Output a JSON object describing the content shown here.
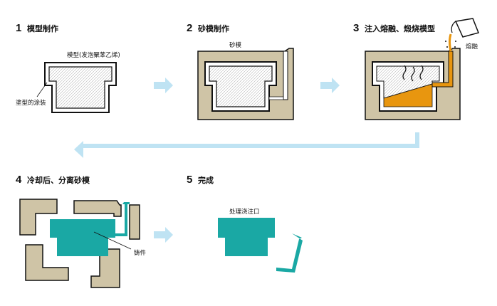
{
  "steps": [
    {
      "number": "1",
      "title": "模型制作"
    },
    {
      "number": "2",
      "title": "砂模制作"
    },
    {
      "number": "3",
      "title": "注入熔融、煅烧模型"
    },
    {
      "number": "4",
      "title": "冷却后、分离砂模"
    },
    {
      "number": "5",
      "title": "完成"
    }
  ],
  "labels": {
    "model": "模型(发泡聚苯乙烯)",
    "coating": "塗型的涂装",
    "sand_mold": "砂模",
    "molten": "熔融",
    "casting": "铸件",
    "finish": "处理浇注口"
  },
  "colors": {
    "sand": "#cfc4a6",
    "casting": "#1aa8a4",
    "molten": "#e8960f",
    "arrow": "#bfe3f3",
    "outline": "#111111"
  }
}
